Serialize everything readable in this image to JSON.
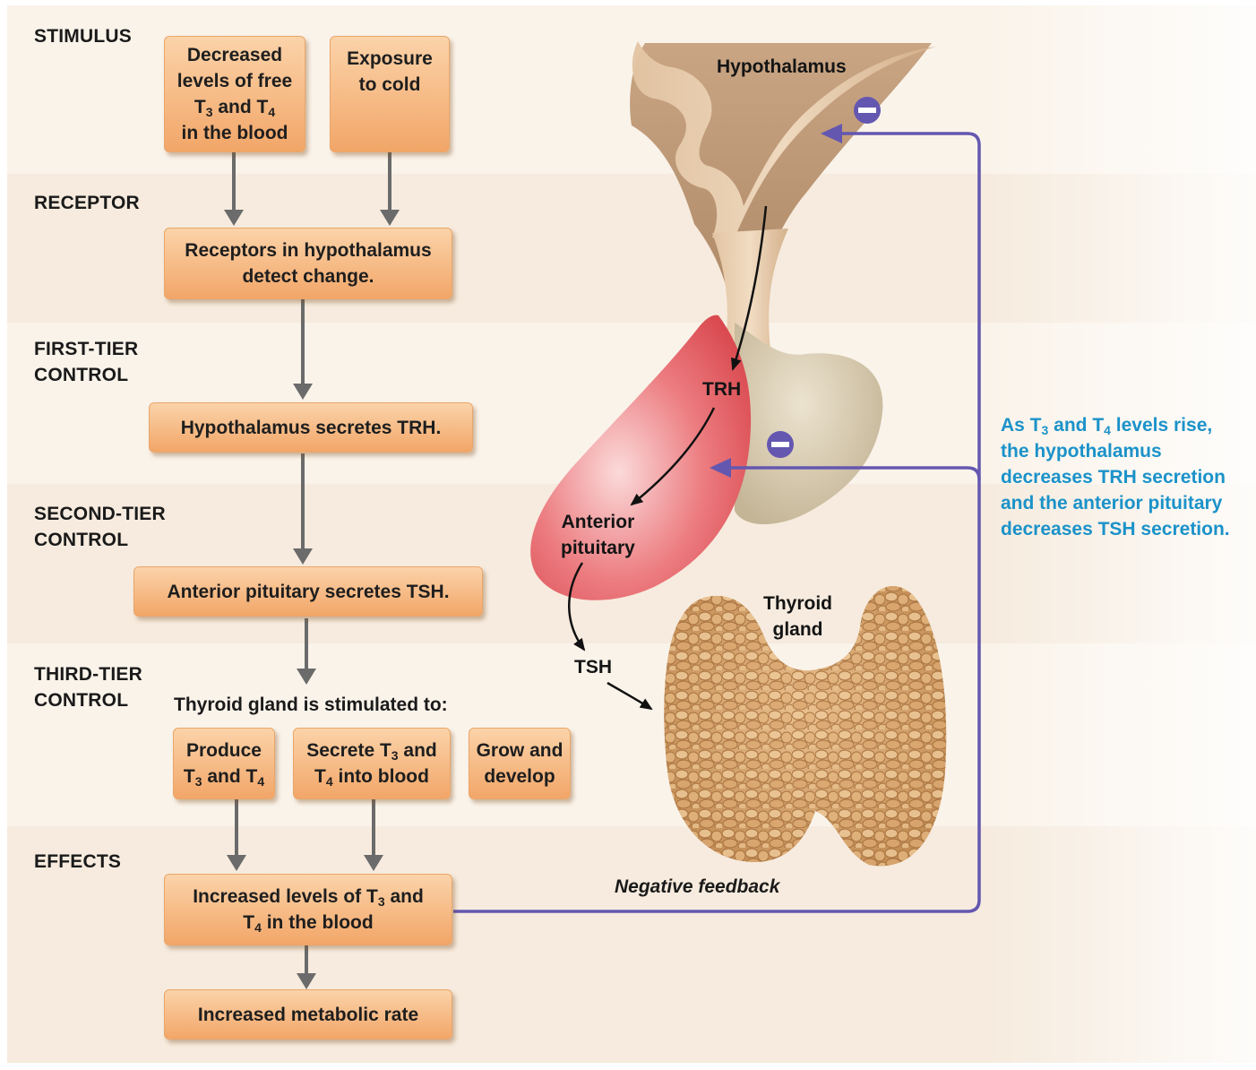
{
  "stages": {
    "stimulus": "STIMULUS",
    "receptor": "RECEPTOR",
    "first_tier": "FIRST-TIER\nCONTROL",
    "second_tier": "SECOND-TIER\nCONTROL",
    "third_tier": "THIRD-TIER\nCONTROL",
    "effects": "EFFECTS"
  },
  "boxes": {
    "stimulus_1": {
      "line1": "Decreased",
      "line2": "levels of free",
      "line3_a": "T",
      "line3_s1": "3",
      "line3_b": " and T",
      "line3_s2": "4",
      "line4": "in the blood"
    },
    "stimulus_2": {
      "line1": "Exposure",
      "line2": "to cold"
    },
    "receptor": {
      "line1": "Receptors in hypothalamus",
      "line2": "detect change."
    },
    "first_tier": "Hypothalamus secretes TRH.",
    "second_tier": "Anterior pituitary secretes TSH.",
    "third_tier_heading": "Thyroid gland is stimulated to:",
    "produce": {
      "line1": "Produce",
      "line2_a": "T",
      "line2_s1": "3",
      "line2_b": " and T",
      "line2_s2": "4"
    },
    "secrete": {
      "line1_a": "Secrete T",
      "line1_s": "3",
      "line1_b": " and",
      "line2_a": "T",
      "line2_s": "4",
      "line2_b": " into blood"
    },
    "grow": {
      "line1": "Grow and",
      "line2": "develop"
    },
    "effect_1": {
      "line1_a": "Increased levels of T",
      "line1_s": "3",
      "line1_b": " and",
      "line2_a": "T",
      "line2_s": "4",
      "line2_b": " in the blood"
    },
    "effect_2": "Increased metabolic rate"
  },
  "anatomy": {
    "hypothalamus": "Hypothalamus",
    "trh": "TRH",
    "anterior_pituitary": "Anterior\npituitary",
    "thyroid_gland": "Thyroid\ngland",
    "tsh": "TSH",
    "negative_feedback": "Negative feedback"
  },
  "side_note": {
    "l1_a": "As T",
    "l1_s1": "3",
    "l1_b": " and T",
    "l1_s2": "4",
    "l1_c": " levels rise,",
    "l2": "the hypothalamus",
    "l3": "decreases TRH secretion",
    "l4": "and the anterior pituitary",
    "l5": "decreases TSH secretion."
  },
  "colors": {
    "box_fill": "#f4b075",
    "arrow_gray": "#6b6b6b",
    "feedback_purple": "#6457b0",
    "note_blue": "#1b92c9",
    "pituitary_red": "#e9646a",
    "thyroid_tan": "#d6a56d"
  }
}
